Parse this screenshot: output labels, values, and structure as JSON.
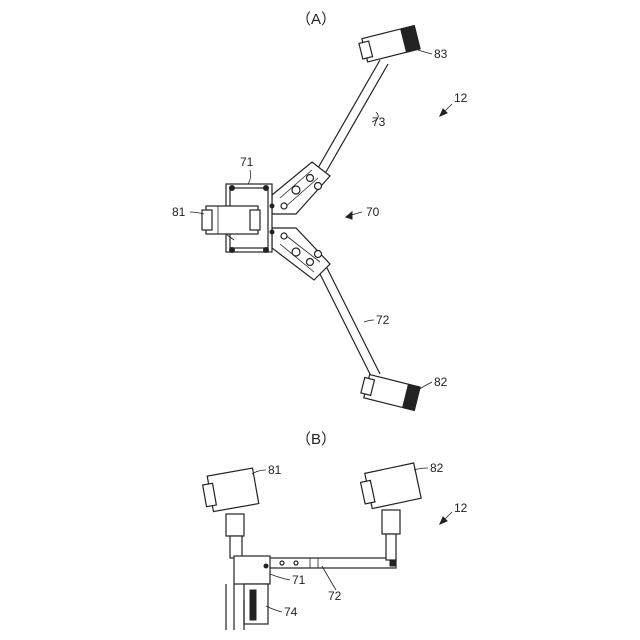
{
  "panel_a": {
    "title": "（A）",
    "labels": {
      "ref_83": "83",
      "ref_12": "12",
      "ref_73": "73",
      "ref_71": "71",
      "ref_70": "70",
      "ref_81": "81",
      "ref_72": "72",
      "ref_82": "82"
    }
  },
  "panel_b": {
    "title": "（B）",
    "labels": {
      "ref_81": "81",
      "ref_82": "82",
      "ref_12": "12",
      "ref_71": "71",
      "ref_72": "72",
      "ref_74": "74"
    }
  }
}
